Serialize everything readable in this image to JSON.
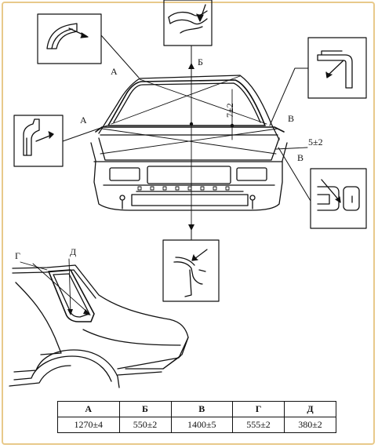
{
  "labels": {
    "a1": "А",
    "a2": "А",
    "b": "Б",
    "v1": "В",
    "v2": "В",
    "g": "Г",
    "d": "Д",
    "dim_vertical": "7±2",
    "dim_horizontal": "5±2"
  },
  "table": {
    "headers": [
      "А",
      "Б",
      "В",
      "Г",
      "Д"
    ],
    "values": [
      "1270±4",
      "550±2",
      "1400±5",
      "555±2",
      "380±2"
    ]
  }
}
